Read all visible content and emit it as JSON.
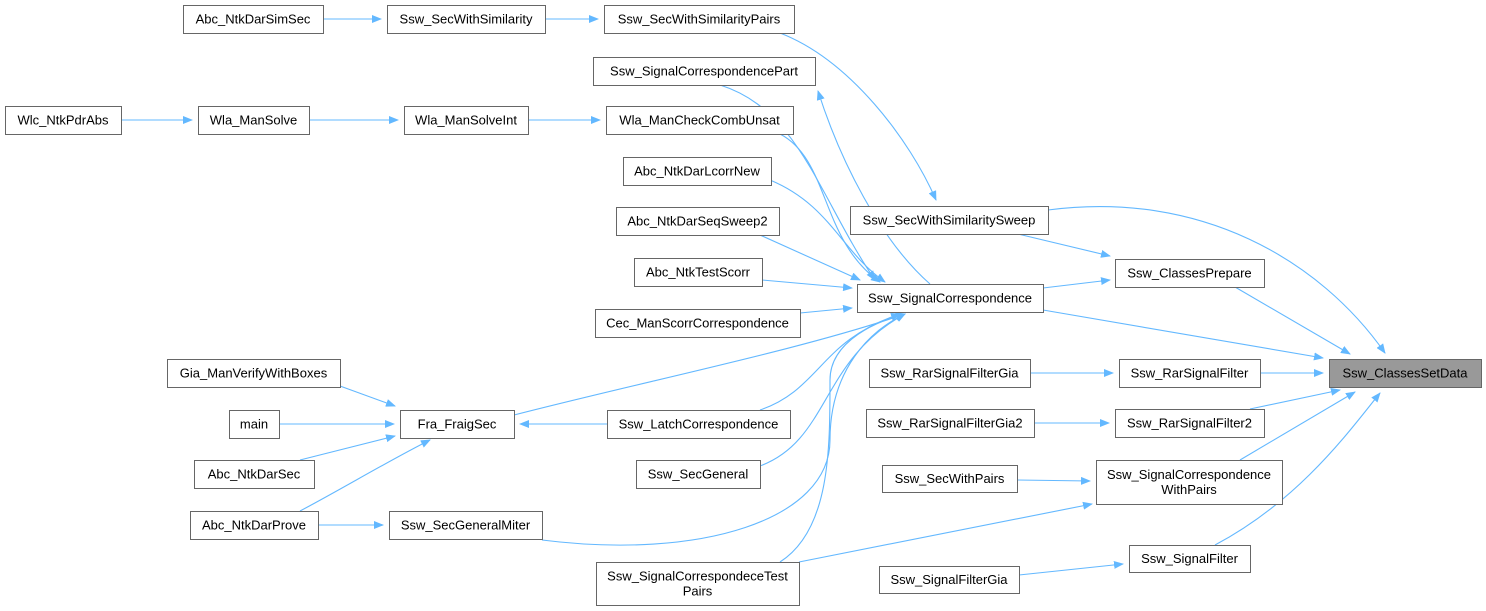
{
  "graph": {
    "edge_color": "#63b8ff",
    "focus_fill": "#999999",
    "nodes": [
      {
        "id": "setdata",
        "lines": [
          "Ssw_ClassesSetData"
        ],
        "focus": true
      },
      {
        "id": "sweep",
        "lines": [
          "Ssw_SecWithSimilaritySweep"
        ]
      },
      {
        "id": "prepare",
        "lines": [
          "Ssw_ClassesPrepare"
        ]
      },
      {
        "id": "sc",
        "lines": [
          "Ssw_SignalCorrespondence"
        ]
      },
      {
        "id": "rar",
        "lines": [
          "Ssw_RarSignalFilter"
        ]
      },
      {
        "id": "rar2",
        "lines": [
          "Ssw_RarSignalFilter2"
        ]
      },
      {
        "id": "withpairs",
        "lines": [
          "Ssw_SignalCorrespondence",
          "WithPairs"
        ]
      },
      {
        "id": "sigfilter",
        "lines": [
          "Ssw_SignalFilter"
        ]
      },
      {
        "id": "rargia",
        "lines": [
          "Ssw_RarSignalFilterGia"
        ]
      },
      {
        "id": "rargia2",
        "lines": [
          "Ssw_RarSignalFilterGia2"
        ]
      },
      {
        "id": "secwithpairs",
        "lines": [
          "Ssw_SecWithPairs"
        ]
      },
      {
        "id": "sigfiltergia",
        "lines": [
          "Ssw_SignalFilterGia"
        ]
      },
      {
        "id": "simsec",
        "lines": [
          "Abc_NtkDarSimSec"
        ]
      },
      {
        "id": "secsim",
        "lines": [
          "Ssw_SecWithSimilarity"
        ]
      },
      {
        "id": "secsimpairs",
        "lines": [
          "Ssw_SecWithSimilarityPairs"
        ]
      },
      {
        "id": "scpart",
        "lines": [
          "Ssw_SignalCorrespondencePart"
        ]
      },
      {
        "id": "pdrabs",
        "lines": [
          "Wlc_NtkPdrAbs"
        ]
      },
      {
        "id": "mansolve",
        "lines": [
          "Wla_ManSolve"
        ]
      },
      {
        "id": "mansolveint",
        "lines": [
          "Wla_ManSolveInt"
        ]
      },
      {
        "id": "checkcomb",
        "lines": [
          "Wla_ManCheckCombUnsat"
        ]
      },
      {
        "id": "lcorrnew",
        "lines": [
          "Abc_NtkDarLcorrNew"
        ]
      },
      {
        "id": "seqsweep2",
        "lines": [
          "Abc_NtkDarSeqSweep2"
        ]
      },
      {
        "id": "testscorr",
        "lines": [
          "Abc_NtkTestScorr"
        ]
      },
      {
        "id": "cec",
        "lines": [
          "Cec_ManScorrCorrespondence"
        ]
      },
      {
        "id": "giaverify",
        "lines": [
          "Gia_ManVerifyWithBoxes"
        ]
      },
      {
        "id": "main",
        "lines": [
          "main"
        ]
      },
      {
        "id": "darsec",
        "lines": [
          "Abc_NtkDarSec"
        ]
      },
      {
        "id": "darprove",
        "lines": [
          "Abc_NtkDarProve"
        ]
      },
      {
        "id": "fraigsec",
        "lines": [
          "Fra_FraigSec"
        ]
      },
      {
        "id": "latchcorr",
        "lines": [
          "Ssw_LatchCorrespondence"
        ]
      },
      {
        "id": "secgeneral",
        "lines": [
          "Ssw_SecGeneral"
        ]
      },
      {
        "id": "secgeneralmiter",
        "lines": [
          "Ssw_SecGeneralMiter"
        ]
      },
      {
        "id": "testpairs",
        "lines": [
          "Ssw_SignalCorrespondeceTest",
          "Pairs"
        ]
      }
    ]
  }
}
